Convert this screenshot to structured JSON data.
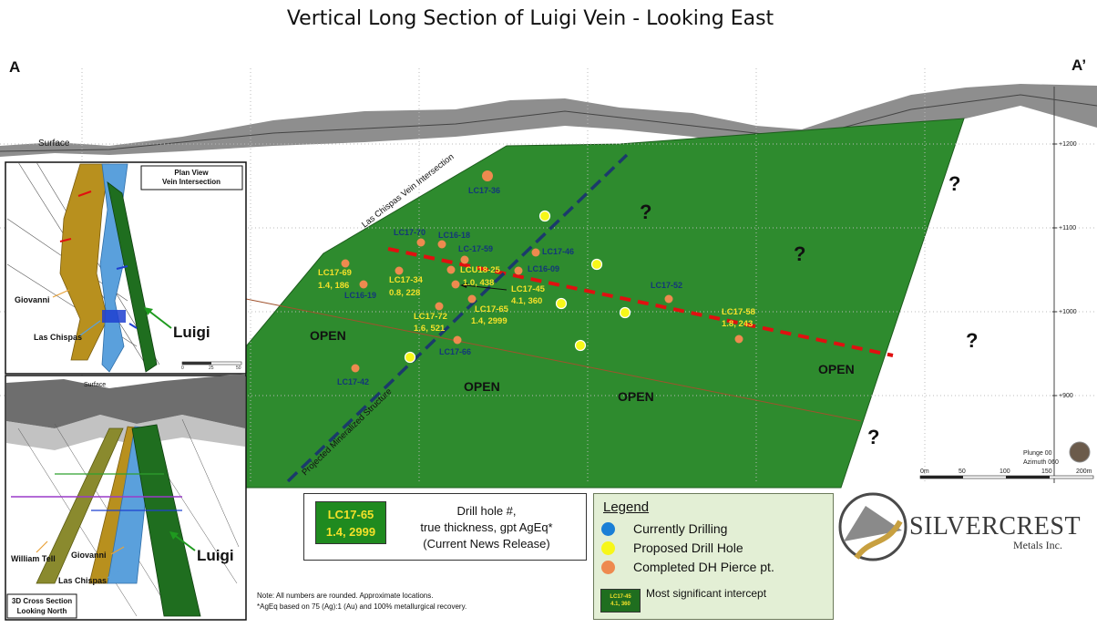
{
  "title": "Vertical Long Section of Luigi Vein - Looking East",
  "corners": {
    "left": "A",
    "right": "A’"
  },
  "section": {
    "surface_label": "Surface",
    "vein_intersection_label": "Las Chispas Vein Intersection",
    "projected_structure_label": "Projected Mineralized Structure",
    "open_labels": [
      "OPEN",
      "OPEN",
      "OPEN",
      "OPEN"
    ],
    "question_marks": [
      "?",
      "?",
      "?",
      "?",
      "?"
    ],
    "drill_holes": [
      {
        "id": "LC17-36",
        "value": "",
        "status": "completed"
      },
      {
        "id": "LC17-70",
        "value": "",
        "status": "completed"
      },
      {
        "id": "LC16-18",
        "value": "",
        "status": "completed"
      },
      {
        "id": "LC-17-59",
        "value": "",
        "status": "completed"
      },
      {
        "id": "LC17-46",
        "value": "",
        "status": "completed"
      },
      {
        "id": "LC16-09",
        "value": "",
        "status": "completed"
      },
      {
        "id": "LC17-69",
        "value": "1.4, 186",
        "status": "completed"
      },
      {
        "id": "LC16-19",
        "value": "",
        "status": "completed"
      },
      {
        "id": "LC17-34",
        "value": "0.8, 228",
        "status": "completed"
      },
      {
        "id": "LCU18-25",
        "value": "1.0, 438",
        "status": "completed"
      },
      {
        "id": "LC17-45",
        "value": "4.1, 360",
        "status": "completed"
      },
      {
        "id": "LC17-72",
        "value": "1.6, 521",
        "status": "completed"
      },
      {
        "id": "LC17-65",
        "value": "1.4, 2999",
        "status": "completed"
      },
      {
        "id": "LC17-66",
        "value": "",
        "status": "completed"
      },
      {
        "id": "LC17-52",
        "value": "",
        "status": "completed"
      },
      {
        "id": "LC17-58",
        "value": "1.8, 243",
        "status": "completed"
      },
      {
        "id": "LC17-42",
        "value": "",
        "status": "completed"
      }
    ],
    "elevation_ticks": [
      "+1200",
      "+1100",
      "+1000",
      "+900"
    ],
    "plunge": "Plunge 00",
    "azimuth": "Azimuth 060",
    "scale_ticks": [
      "0m",
      "50",
      "100",
      "150",
      "200m"
    ]
  },
  "plan_view": {
    "title_line1": "Plan View",
    "title_line2": "Vein Intersection",
    "labels": {
      "giovanni": "Giovanni",
      "las_chispas": "Las Chispas",
      "luigi": "Luigi"
    },
    "scale_ticks": [
      "0",
      "25",
      "50"
    ]
  },
  "cross_section": {
    "surface_label": "Surface",
    "labels": {
      "william_tell": "William Tell",
      "giovanni": "Giovanni",
      "las_chispas": "Las Chispas",
      "luigi": "Luigi"
    },
    "title_line1": "3D Cross Section",
    "title_line2": "Looking North"
  },
  "key": {
    "sample_line1": "LC17-65",
    "sample_line2": "1.4, 2999",
    "desc_line1": "Drill hole #,",
    "desc_line2": "true thickness, gpt AgEq*",
    "desc_line3": "(Current News Release)"
  },
  "legend": {
    "title": "Legend",
    "items": [
      {
        "label": "Currently Drilling",
        "color": "#1a7fd6"
      },
      {
        "label": "Proposed Drill Hole",
        "color": "#f7f719"
      },
      {
        "label": "Completed DH Pierce pt.",
        "color": "#ee8a4f"
      }
    ],
    "significant_sample_line1": "LC17-45",
    "significant_sample_line2": "4.1, 360",
    "significant_label": "Most significant intercept"
  },
  "notes": {
    "line1": "Note: All numbers are rounded. Approximate locations.",
    "line2": "*AgEq based on 75 (Ag):1 (Au) and 100% metallurgical recovery."
  },
  "logo": {
    "name": "SILVERCREST",
    "sub": "Metals Inc."
  },
  "colors": {
    "vein_green": "#2e8b2e",
    "trend_red": "#e01010",
    "projected_blue": "#1b3a6b",
    "completed_orange": "#ee8a4f",
    "proposed_yellow": "#f7f719"
  }
}
